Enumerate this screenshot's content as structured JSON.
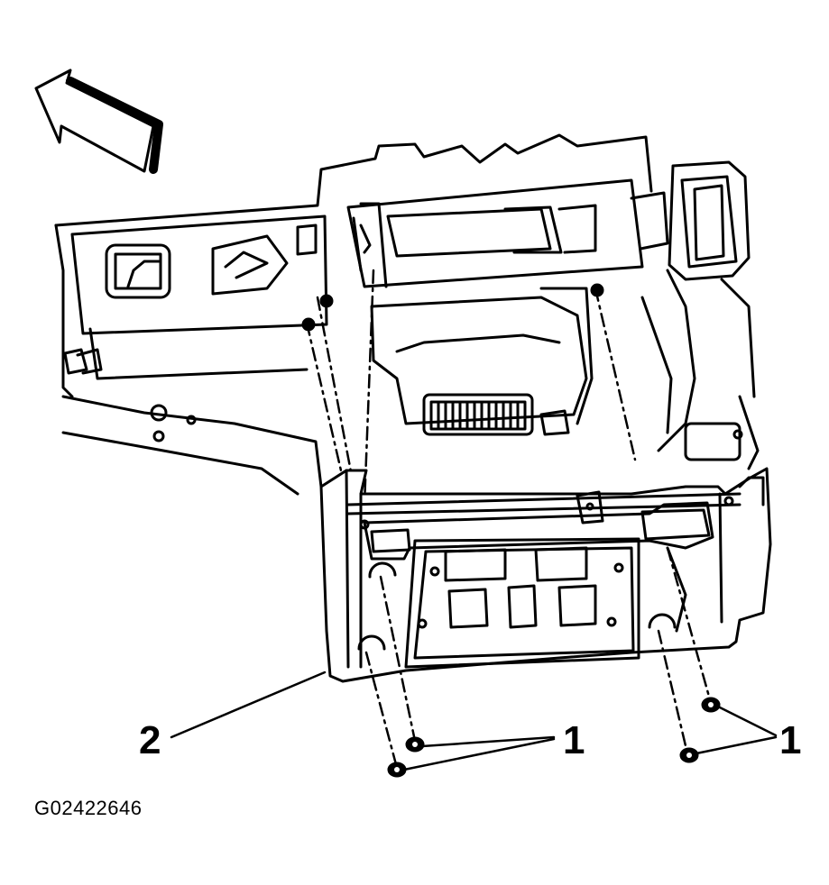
{
  "figure": {
    "id_label": "G02422646",
    "callouts": [
      "1",
      "1",
      "2"
    ],
    "line_color": "#000000",
    "background": "#ffffff"
  },
  "parts": {
    "nuts": "fastener-nut-icon",
    "bracket": "mounting-bracket",
    "direction": "front-direction-arrow-icon"
  }
}
